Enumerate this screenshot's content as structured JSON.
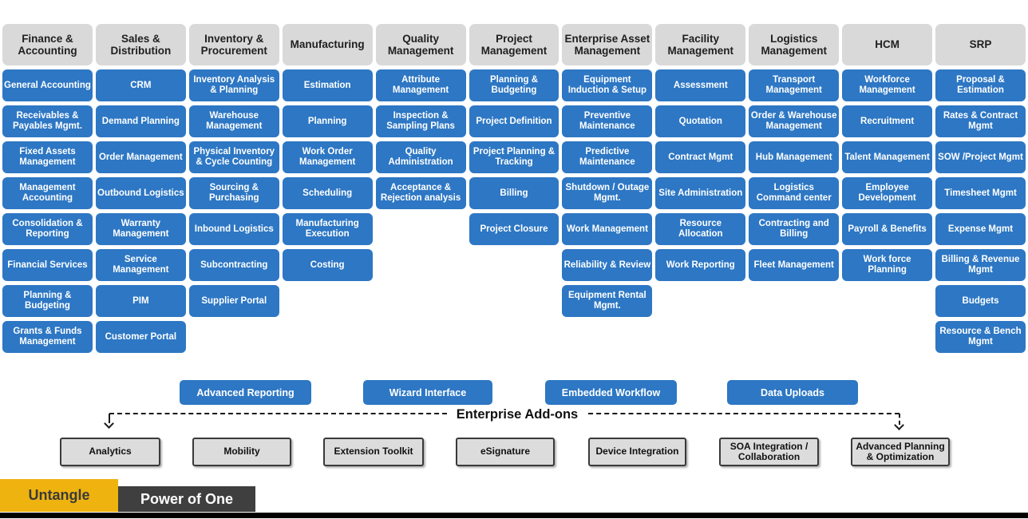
{
  "colors": {
    "module_blue": "#2D77C4",
    "header_gray": "#D9D9D9",
    "addon_gray": "#DCDCDC",
    "accent_yellow": "#EFB310",
    "footer_dark": "#3F3F3F",
    "bar_black": "#000000"
  },
  "columns": [
    {
      "header": "Finance & Accounting",
      "items": [
        "General Accounting",
        "Receivables & Payables Mgmt.",
        "Fixed Assets Management",
        "Management Accounting",
        "Consolidation & Reporting",
        "Financial Services",
        "Planning & Budgeting",
        "Grants & Funds Management"
      ]
    },
    {
      "header": "Sales & Distribution",
      "items": [
        "CRM",
        "Demand Planning",
        "Order Management",
        "Outbound Logistics",
        "Warranty Management",
        "Service Management",
        "PIM",
        "Customer Portal"
      ]
    },
    {
      "header": "Inventory & Procurement",
      "items": [
        "Inventory Analysis & Planning",
        "Warehouse Management",
        "Physical Inventory & Cycle Counting",
        "Sourcing & Purchasing",
        "Inbound Logistics",
        "Subcontracting",
        "Supplier Portal"
      ]
    },
    {
      "header": "Manufacturing",
      "items": [
        "Estimation",
        "Planning",
        "Work Order Management",
        "Scheduling",
        "Manufacturing Execution",
        "Costing"
      ]
    },
    {
      "header": "Quality Management",
      "items": [
        "Attribute Management",
        "Inspection & Sampling Plans",
        "Quality Administration",
        "Acceptance & Rejection analysis"
      ]
    },
    {
      "header": "Project Management",
      "items": [
        "Planning & Budgeting",
        "Project Definition",
        "Project Planning & Tracking",
        "Billing",
        "Project Closure"
      ]
    },
    {
      "header": "Enterprise Asset Management",
      "items": [
        "Equipment Induction & Setup",
        "Preventive Maintenance",
        "Predictive Maintenance",
        "Shutdown / Outage Mgmt.",
        "Work Management",
        "Reliability & Review",
        "Equipment Rental Mgmt."
      ]
    },
    {
      "header": "Facility Management",
      "items": [
        "Assessment",
        "Quotation",
        "Contract Mgmt",
        "Site Administration",
        "Resource Allocation",
        "Work Reporting"
      ]
    },
    {
      "header": "Logistics Management",
      "items": [
        "Transport Management",
        "Order & Warehouse Management",
        "Hub Management",
        "Logistics Command center",
        "Contracting and Billing",
        "Fleet Management"
      ]
    },
    {
      "header": "HCM",
      "items": [
        "Workforce Management",
        "Recruitment",
        "Talent Management",
        "Employee Development",
        "Payroll & Benefits",
        "Work force Planning"
      ]
    },
    {
      "header": "SRP",
      "items": [
        "Proposal & Estimation",
        "Rates & Contract Mgmt",
        "SOW /Project Mgmt",
        "Timesheet Mgmt",
        "Expense Mgmt",
        "Billing & Revenue Mgmt",
        "Budgets",
        "Resource & Bench Mgmt"
      ]
    }
  ],
  "platform_buttons": [
    "Advanced Reporting",
    "Wizard Interface",
    "Embedded Workflow",
    "Data Uploads"
  ],
  "addons": {
    "label": "Enterprise Add-ons",
    "boxes": [
      "Analytics",
      "Mobility",
      "Extension Toolkit",
      "eSignature",
      "Device Integration",
      "SOA Integration / Collaboration",
      "Advanced Planning & Optimization"
    ]
  },
  "footer": {
    "untangle": "Untangle",
    "power_of_one": "Power of One"
  }
}
